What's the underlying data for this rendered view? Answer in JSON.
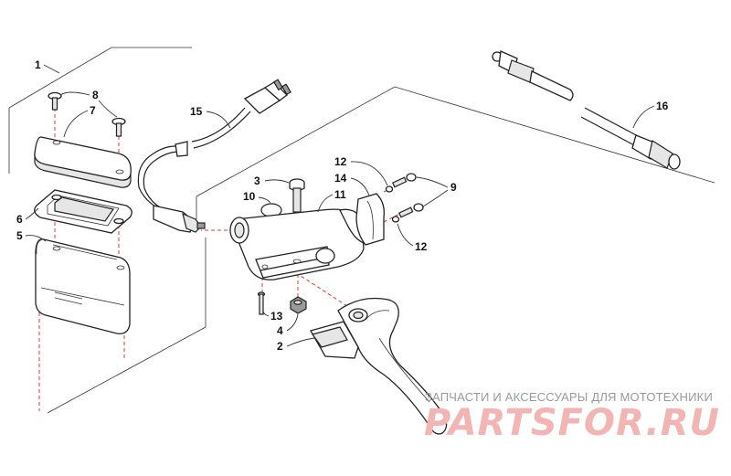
{
  "callouts": {
    "c1": "1",
    "c2": "2",
    "c3": "3",
    "c4": "4",
    "c5": "5",
    "c6": "6",
    "c7": "7",
    "c8": "8",
    "c9": "9",
    "c10": "10",
    "c11": "11",
    "c12a": "12",
    "c12b": "12",
    "c13": "13",
    "c14": "14",
    "c15": "15",
    "c16": "16"
  },
  "watermark": {
    "tagline": "ЗАПЧАСТИ И АКСЕССУАРЫ ДЛЯ МОТОТЕХНИКИ",
    "logo": "PARTSFOR.RU"
  },
  "colors": {
    "line": "#222222",
    "dash": "#ee3333",
    "watermark_logo": "#f3b4b4",
    "watermark_text": "#999999"
  }
}
